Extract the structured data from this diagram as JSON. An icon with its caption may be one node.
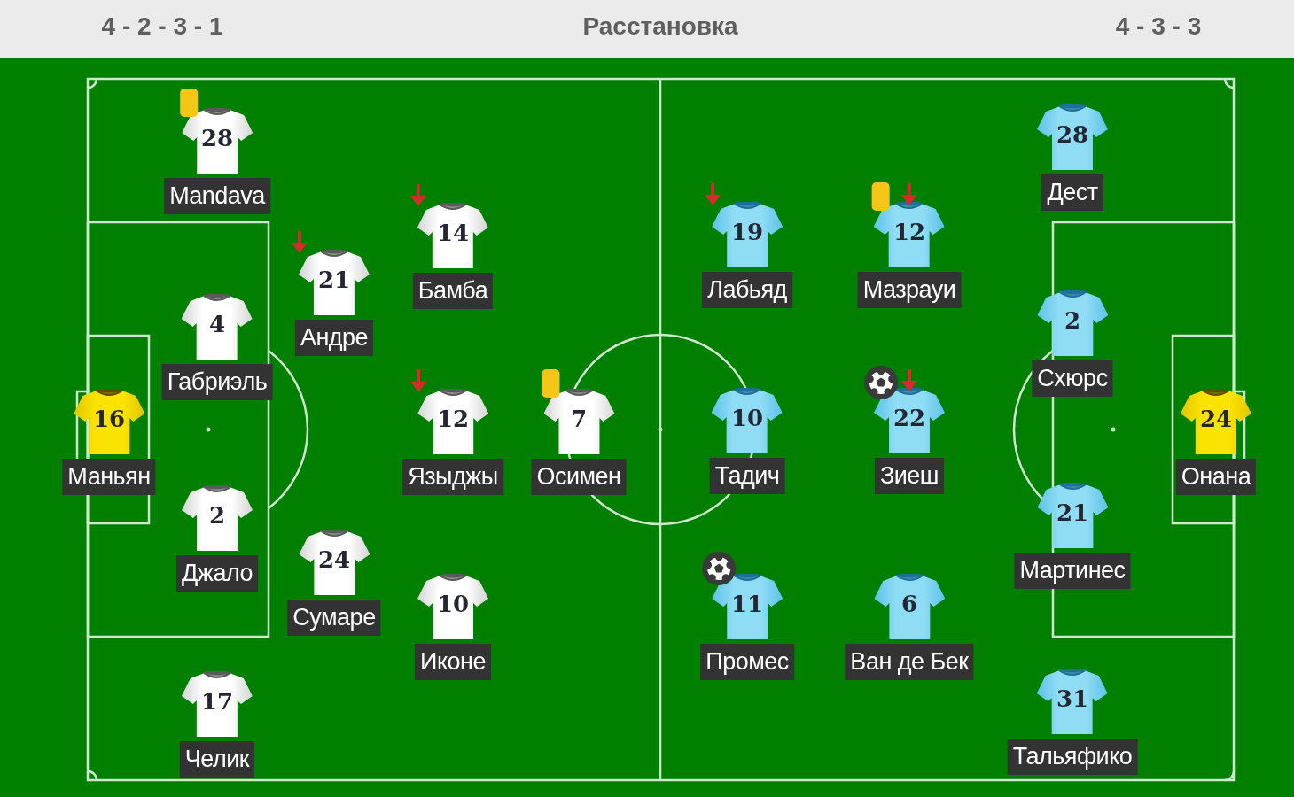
{
  "diagram": {
    "title": "Расстановка",
    "nodes": [
      {
        "text": [
          "16",
          "Маньян"
        ]
      },
      {
        "text": [
          "28",
          "Mandava"
        ]
      },
      {
        "text": [
          "4",
          "Габриэль"
        ]
      },
      {
        "text": [
          "2",
          "Джало"
        ]
      },
      {
        "text": [
          "17",
          "Челик"
        ]
      },
      {
        "text": [
          "21",
          "Андре"
        ]
      },
      {
        "text": [
          "24",
          "Сумаре"
        ]
      },
      {
        "text": [
          "14",
          "Бамба"
        ]
      },
      {
        "text": [
          "12",
          "Языджы"
        ]
      },
      {
        "text": [
          "10",
          "Иконе"
        ]
      },
      {
        "text": [
          "7",
          "Осимен"
        ]
      },
      {
        "text": [
          "19",
          "Лабьяд"
        ]
      },
      {
        "text": [
          "10",
          "Тадич"
        ]
      },
      {
        "text": [
          "11",
          "Промес"
        ]
      },
      {
        "text": [
          "12",
          "Мазрауи"
        ]
      },
      {
        "text": [
          "22",
          "Зиеш"
        ]
      },
      {
        "text": [
          "6",
          "Ван де Бек"
        ]
      },
      {
        "text": [
          "28",
          "Дест"
        ]
      },
      {
        "text": [
          "2",
          "Схюрс"
        ]
      },
      {
        "text": [
          "21",
          "Мартинес"
        ]
      },
      {
        "text": [
          "31",
          "Тальяфико"
        ]
      },
      {
        "text": [
          "24",
          "Онана"
        ]
      }
    ],
    "labels": [
      "4 - 2 - 3 - 1",
      "4 - 3 - 3"
    ]
  }
}
